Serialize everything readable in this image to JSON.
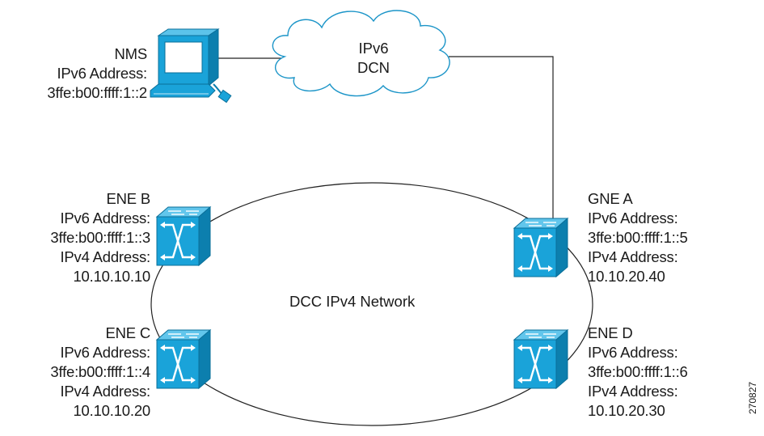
{
  "cloud": {
    "line1": "IPv6",
    "line2": "DCN"
  },
  "network_label": "DCC IPv4 Network",
  "nms": {
    "name": "NMS",
    "ipv6_label": "IPv6 Address:",
    "ipv6": "3ffe:b00:ffff:1::2"
  },
  "nodes": {
    "ene_b": {
      "name": "ENE B",
      "ipv6_label": "IPv6 Address:",
      "ipv6": "3ffe:b00:ffff:1::3",
      "ipv4_label": "IPv4 Address:",
      "ipv4": "10.10.10.10"
    },
    "ene_c": {
      "name": "ENE C",
      "ipv6_label": "IPv6 Address:",
      "ipv6": "3ffe:b00:ffff:1::4",
      "ipv4_label": "IPv4 Address:",
      "ipv4": "10.10.10.20"
    },
    "gne_a": {
      "name": "GNE A",
      "ipv6_label": "IPv6 Address:",
      "ipv6": "3ffe:b00:ffff:1::5",
      "ipv4_label": "IPv4 Address:",
      "ipv4": "10.10.20.40"
    },
    "ene_d": {
      "name": "ENE D",
      "ipv6_label": "IPv6 Address:",
      "ipv6": "3ffe:b00:ffff:1::6",
      "ipv4_label": "IPv4 Address:",
      "ipv4": "10.10.20.30"
    }
  },
  "figure_id": "270827",
  "colors": {
    "device_face": "#1aa3d9",
    "device_top": "#62c6ec",
    "device_side": "#0c7fae",
    "line": "#222222"
  },
  "icons": {
    "switch": "switch-icon",
    "computer": "computer-icon",
    "cloud": "cloud-icon"
  }
}
